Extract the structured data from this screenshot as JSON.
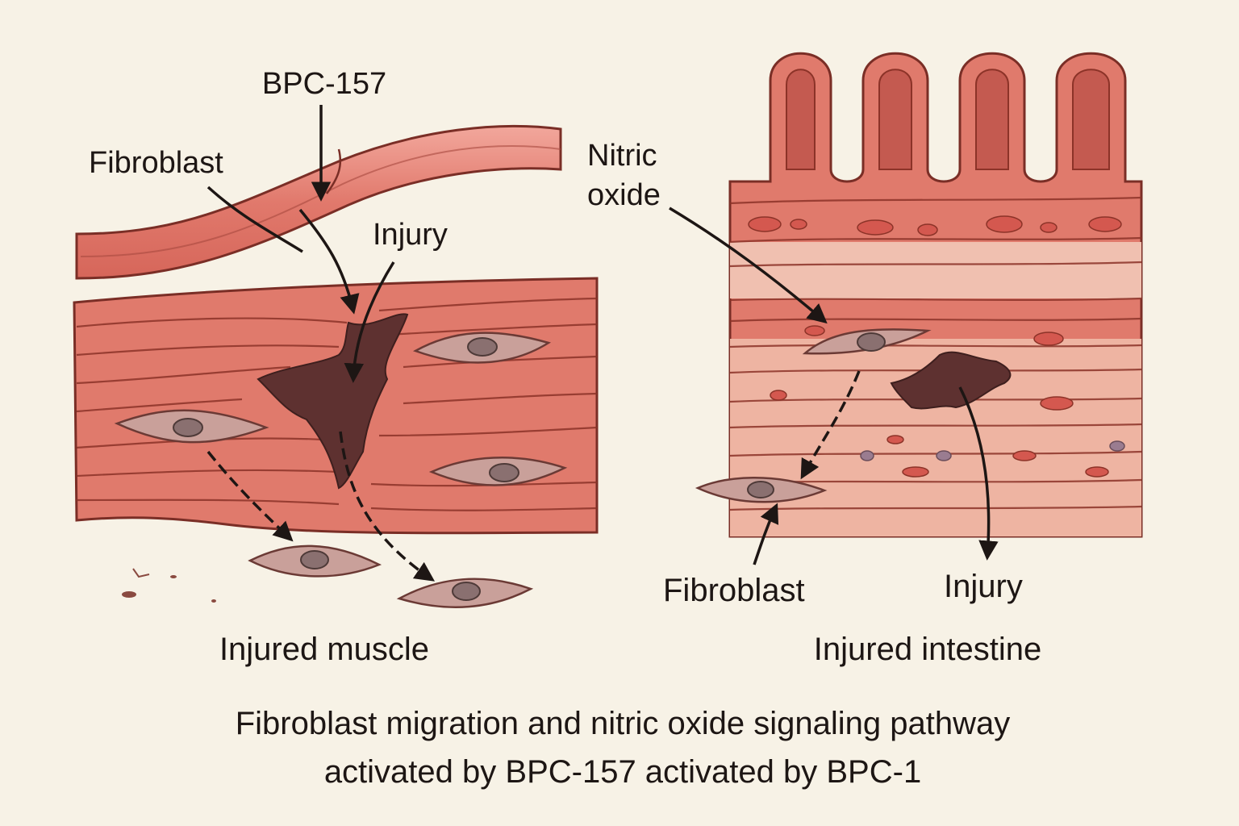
{
  "labels": {
    "bpc": "BPC-157",
    "fibroblast_left": "Fibroblast",
    "injury_left": "Injury",
    "nitric_line1": "Nitric",
    "nitric_line2": "oxide",
    "fibroblast_right": "Fibroblast",
    "injury_right": "Injury"
  },
  "panels": {
    "left_title": "Injured muscle",
    "right_title": "Injured intestine"
  },
  "caption": {
    "line1": "Fibroblast migration and nitric oxide signaling pathway",
    "line2": "activated by BPC-157 activated by BPC-1"
  },
  "colors": {
    "background": "#f7f2e6",
    "muscle": "#e07a6c",
    "muscle_stroke": "#7a2e26",
    "injury": "#5e3130",
    "cell": "#c9a09a",
    "nucleus": "#8a7070"
  }
}
